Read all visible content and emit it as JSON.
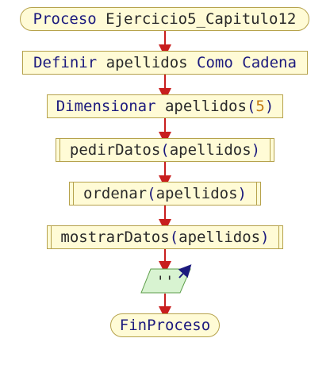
{
  "diagram": {
    "start": {
      "keyword": "Proceso",
      "name": "Ejercicio5_Capitulo12"
    },
    "define": {
      "k1": "Definir",
      "name": "apellidos",
      "k2": "Como",
      "type": "Cadena"
    },
    "dimension": {
      "keyword": "Dimensionar",
      "name": "apellidos",
      "open": "(",
      "size": "5",
      "close": ")"
    },
    "call1": {
      "func": "pedirDatos",
      "open": "(",
      "arg": "apellidos",
      "close": ")"
    },
    "call2": {
      "func": "ordenar",
      "open": "(",
      "arg": "apellidos",
      "close": ")"
    },
    "call3": {
      "func": "mostrarDatos",
      "open": "(",
      "arg": "apellidos",
      "close": ")"
    },
    "output": {
      "text": "''"
    },
    "end": {
      "keyword": "FinProceso"
    }
  },
  "colors": {
    "node_fill": "#fffbd6",
    "node_border": "#b6a24c",
    "keyword": "#1c1a7e",
    "number": "#c27a12",
    "arrow": "#c81e1e",
    "output_fill": "#d8f3d1",
    "output_border": "#5d9e4a"
  }
}
